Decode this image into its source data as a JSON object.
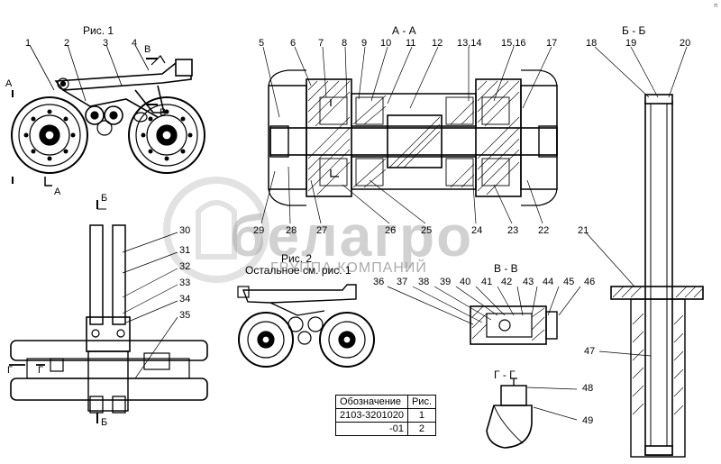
{
  "watermark": {
    "name": "белагро",
    "subtitle": "ГРУППА КОМПАНИЙ"
  },
  "corner_mark": "п",
  "titles": {
    "fig1": "Рис. 1",
    "fig2": "Рис. 2",
    "fig2_note": "Остальное см. рис. 1",
    "section_aa": "А - А",
    "section_bb": "Б - Б",
    "section_vv": "В - В",
    "section_gg": "Г - Г"
  },
  "section_marks": {
    "a_top": "А",
    "a_bottom": "А",
    "v_top": "В",
    "v_bottom": "В",
    "b_top": "Б",
    "b_bottom": "Б",
    "g_left": "Г",
    "g_right": "Г"
  },
  "callouts": {
    "c1": "1",
    "c2": "2",
    "c3": "3",
    "c4": "4",
    "c5": "5",
    "c6": "6",
    "c7": "7",
    "c8": "8",
    "c9": "9",
    "c10": "10",
    "c11": "11",
    "c12": "12",
    "c1314": "13,14",
    "c1516": "15,16",
    "c17": "17",
    "c18": "18",
    "c19": "19",
    "c20": "20",
    "c21": "21",
    "c22": "22",
    "c23": "23",
    "c24": "24",
    "c25": "25",
    "c26": "26",
    "c27": "27",
    "c28": "28",
    "c29": "29",
    "c30": "30",
    "c31": "31",
    "c32": "32",
    "c33": "33",
    "c34": "34",
    "c35": "35",
    "c36": "36",
    "c37": "37",
    "c38": "38",
    "c39": "39",
    "c40": "40",
    "c41": "41",
    "c42": "42",
    "c43": "43",
    "c44": "44",
    "c45": "45",
    "c46": "46",
    "c47": "47",
    "c48": "48",
    "c49": "49"
  },
  "spec_table": {
    "header": {
      "designation": "Обозначение",
      "figure": "Рис."
    },
    "rows": [
      {
        "designation": "2103-3201020",
        "figure": "1"
      },
      {
        "designation": "-01",
        "figure": "2"
      }
    ]
  }
}
